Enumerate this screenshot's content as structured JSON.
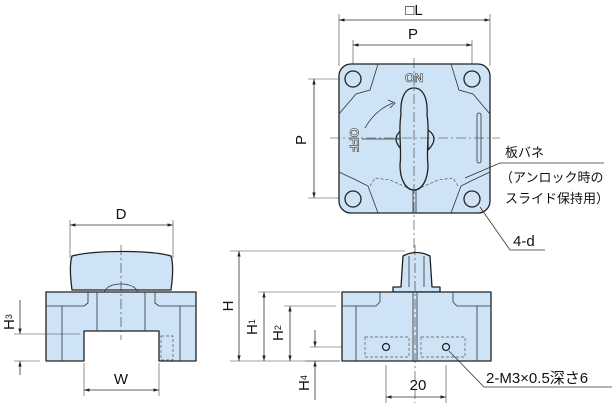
{
  "top_view": {
    "dim_L": "□L",
    "dim_P_horizontal": "P",
    "dim_P_vertical": "P",
    "label_on": "ON",
    "label_off": "OFF",
    "leaf_spring_label": "板バネ",
    "leaf_spring_note_line1": "（アンロック時の",
    "leaf_spring_note_line2": "スライド保持用）",
    "holes_label": "4-d"
  },
  "side_view": {
    "dim_D": "D",
    "dim_W": "W",
    "dim_H3": "H",
    "dim_H3_sub": "3"
  },
  "front_view": {
    "dim_H": "H",
    "dim_H1": "H",
    "dim_H1_sub": "1",
    "dim_H2": "H",
    "dim_H2_sub": "2",
    "dim_H4": "H",
    "dim_H4_sub": "4",
    "dim_pitch": "20",
    "tap_holes_label": "2-M3×0.5深さ6"
  }
}
